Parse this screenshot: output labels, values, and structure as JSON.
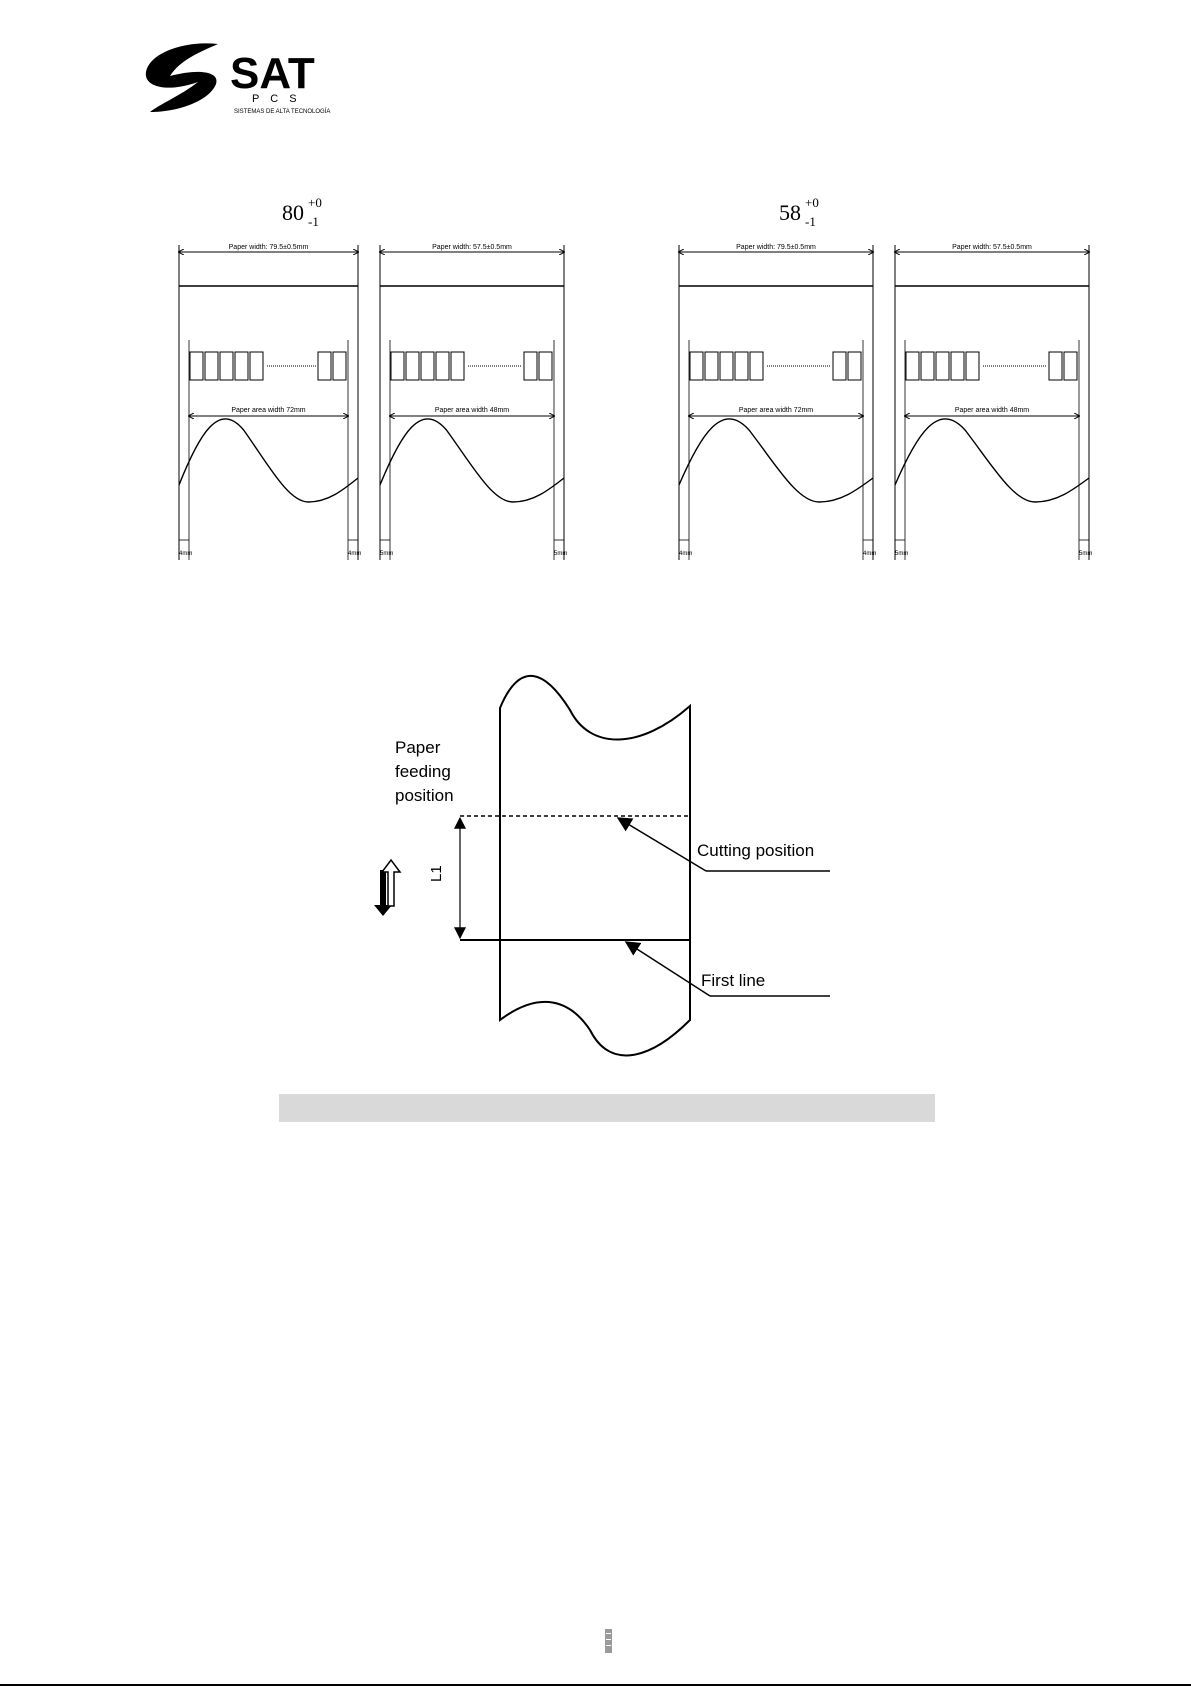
{
  "logo": {
    "name": "SAT",
    "sub": "P C S",
    "tagline": "SISTEMAS DE ALTA TECNOLOGÍA"
  },
  "spec_80": {
    "base": "80",
    "sup": "+0",
    "sub": "-1"
  },
  "spec_58": {
    "base": "58",
    "sup": "+0",
    "sub": "-1"
  },
  "panels": [
    {
      "paper_width": "Paper width:  79.5±0.5mm",
      "area_width": "Paper area width 72mm",
      "left_margin": "4mm",
      "right_margin": "4mm"
    },
    {
      "paper_width": "Paper width:  57.5±0.5mm",
      "area_width": "Paper area width 48mm",
      "left_margin": "5mm",
      "right_margin": "5mm"
    },
    {
      "paper_width": "Paper width:  79.5±0.5mm",
      "area_width": "Paper area width 72mm",
      "left_margin": "4mm",
      "right_margin": "4mm"
    },
    {
      "paper_width": "Paper width:  57.5±0.5mm",
      "area_width": "Paper area width 48mm",
      "left_margin": "5mm",
      "right_margin": "5mm"
    }
  ],
  "feed_diagram": {
    "paper_feeding": "Paper feeding position",
    "cutting": "Cutting  position",
    "first_line": "First line",
    "l1": "L1"
  }
}
